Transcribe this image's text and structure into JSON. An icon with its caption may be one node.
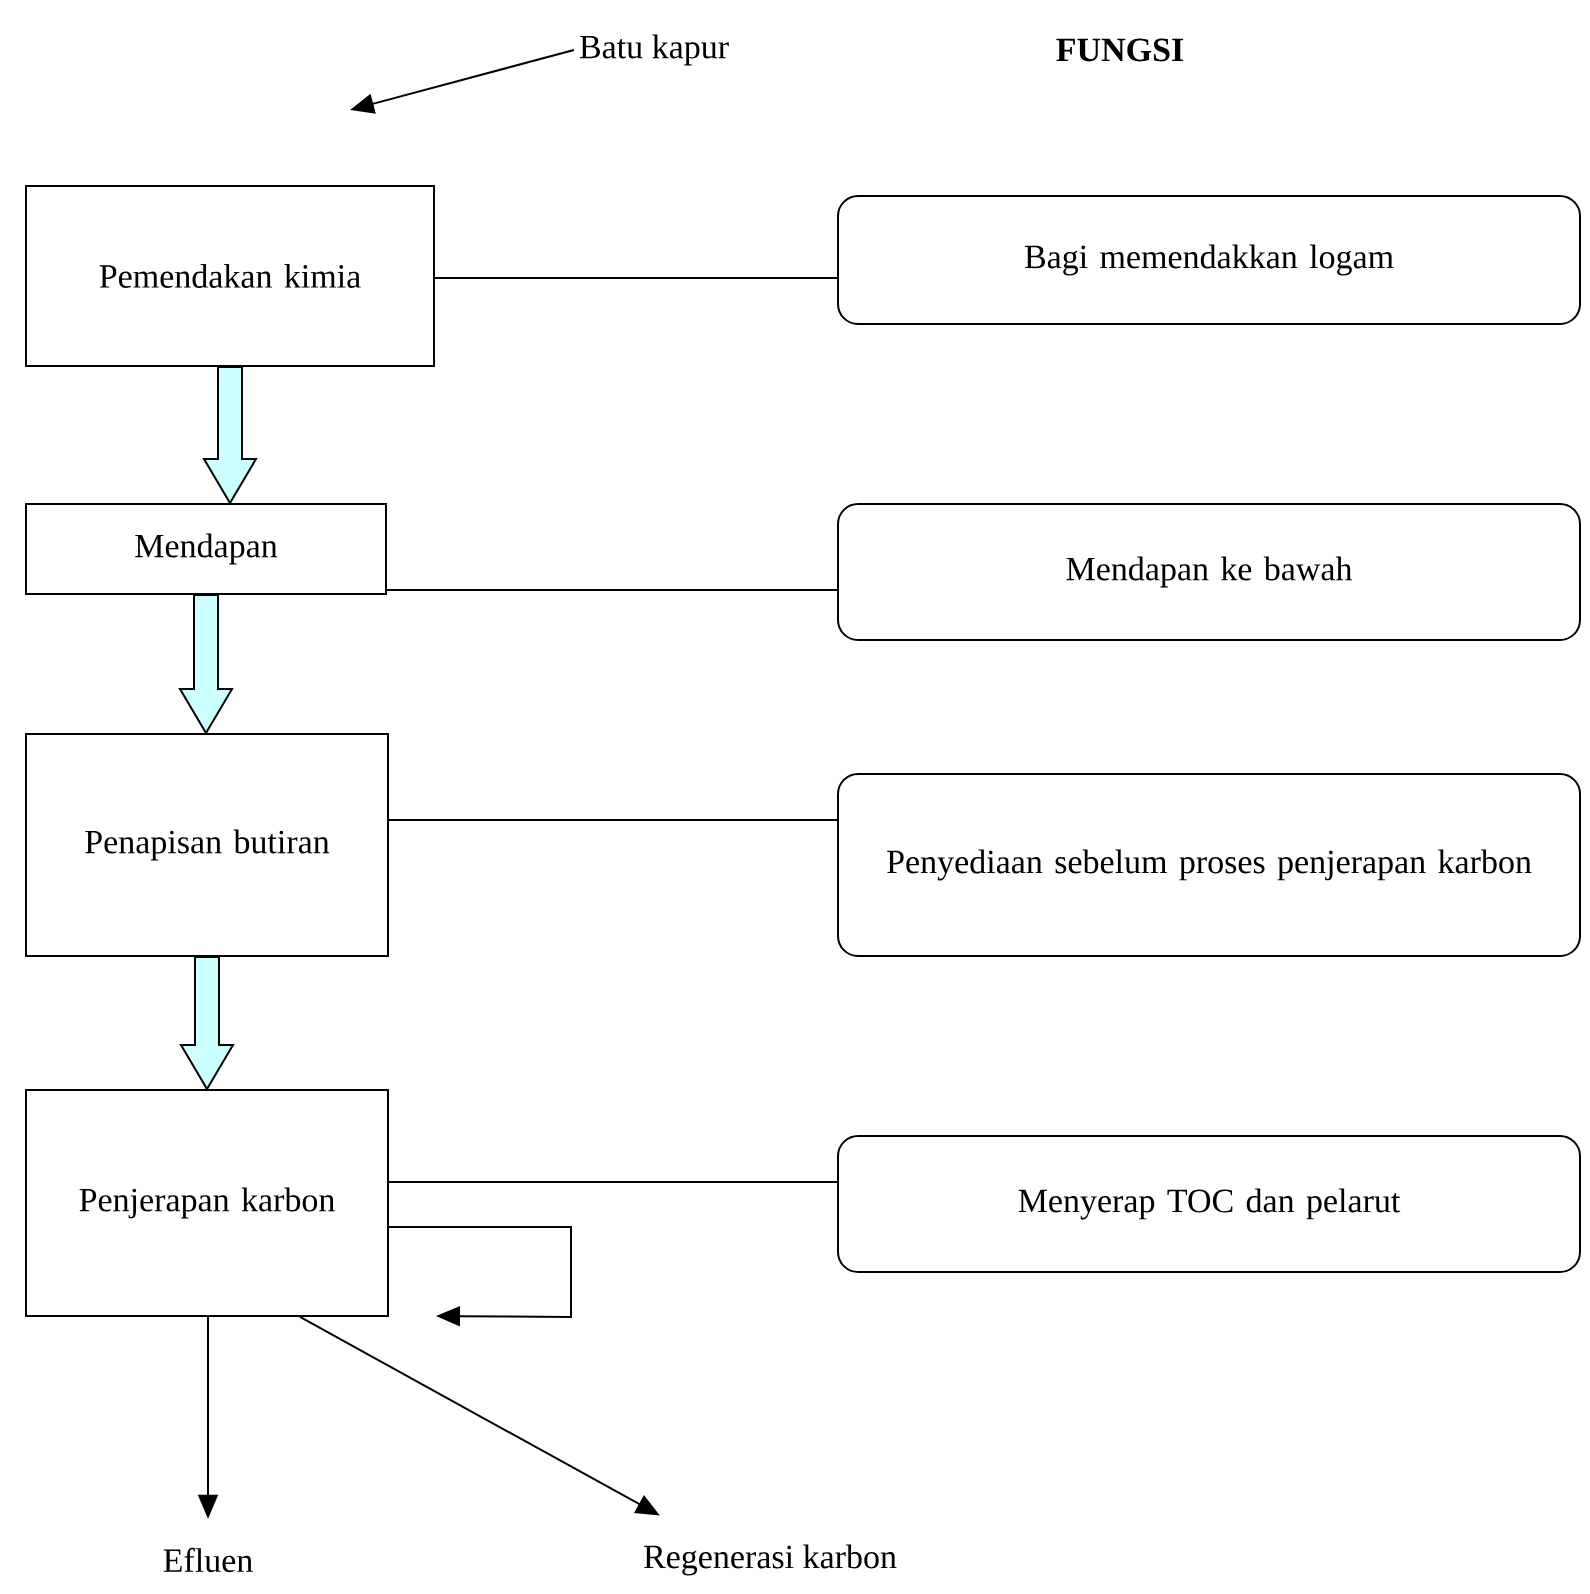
{
  "diagram": {
    "nodes": [
      {
        "text": [
          "Batu kapur"
        ]
      },
      {
        "text": [
          "Pemendakan kimia"
        ]
      },
      {
        "text": [
          "Bagi memendakkan logam"
        ]
      },
      {
        "text": [
          "Mendapan"
        ]
      },
      {
        "text": [
          "Mendapan ke bawah"
        ]
      },
      {
        "text": [
          "Penapisan butiran"
        ]
      },
      {
        "text": [
          "Penyediaan sebelum proses penjerapan karbon"
        ]
      },
      {
        "text": [
          "Penjerapan karbon"
        ]
      },
      {
        "text": [
          "Menyerap TOC dan pelarut"
        ]
      },
      {
        "text": [
          "Efluen"
        ]
      },
      {
        "text": [
          "Regenerasi karbon"
        ]
      }
    ],
    "edges": [
      {
        "from": 0,
        "to": null,
        "arrow": "to"
      },
      {
        "from": 1,
        "to": 2,
        "arrow": "none"
      },
      {
        "from": 1,
        "to": 3,
        "arrow": "to",
        "style": "thick",
        "color": "#ccffff"
      },
      {
        "from": 3,
        "to": 4,
        "arrow": "none"
      },
      {
        "from": 3,
        "to": 5,
        "arrow": "to",
        "style": "thick",
        "color": "#ccffff"
      },
      {
        "from": 5,
        "to": 6,
        "arrow": "none"
      },
      {
        "from": 5,
        "to": 7,
        "arrow": "to",
        "style": "thick",
        "color": "#ccffff"
      },
      {
        "from": 7,
        "to": 8,
        "arrow": "none"
      },
      {
        "from": 7,
        "to": null,
        "arrow": "to"
      },
      {
        "from": 7,
        "to": 9,
        "arrow": "to"
      },
      {
        "from": 7,
        "to": 10,
        "arrow": "to"
      }
    ],
    "labels": [
      "**FUNGSI**"
    ]
  }
}
